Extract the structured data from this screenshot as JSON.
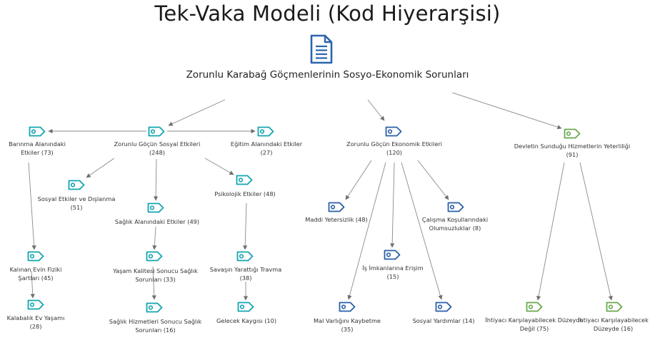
{
  "title": "Tek-Vaka Modeli (Kod Hiyerarşisi)",
  "root": {
    "label": "Zorunlu Karabağ Göçmenlerinin Sosyo-Ekonomik Sorunları",
    "icon": "document-icon"
  },
  "colors": {
    "teal": "#12a5b0",
    "blue": "#2a5fa8",
    "green": "#6aa84f",
    "edge": "#8a8a8a"
  },
  "nodes": [
    {
      "id": "sosyal",
      "label": "Zorunlu Göçün Sosyal Etkileri (248)",
      "color": "teal"
    },
    {
      "id": "barinma",
      "label": "Barınma Alanındaki Etkiler (73)",
      "color": "teal"
    },
    {
      "id": "egitim",
      "label": "Eğitim Alanındaki Etkiler (27)",
      "color": "teal"
    },
    {
      "id": "sosyal-dislanma",
      "label": "Sosyal Etkiler ve Dışlanma (51)",
      "color": "teal"
    },
    {
      "id": "saglik",
      "label": "Sağlık Alanındaki Etkiler (49)",
      "color": "teal"
    },
    {
      "id": "psikolojik",
      "label": "Psikolojik Etkiler (48)",
      "color": "teal"
    },
    {
      "id": "kalinan-ev",
      "label": "Kalınan Evin Fiziki Şartları (45)",
      "color": "teal"
    },
    {
      "id": "kalabalik",
      "label": "Kalabalık Ev Yaşamı (28)",
      "color": "teal"
    },
    {
      "id": "yasam-kalitesi",
      "label": "Yaşam Kalitesi Sonucu Sağlık Sorunları (33)",
      "color": "teal"
    },
    {
      "id": "saglik-hizmetleri",
      "label": "Sağlık Hizmetleri Sonucu Sağlık Sorunları (16)",
      "color": "teal"
    },
    {
      "id": "travma",
      "label": "Savaşın Yarattığı Travma (38)",
      "color": "teal"
    },
    {
      "id": "gelecek",
      "label": "Gelecek Kaygısı (10)",
      "color": "teal"
    },
    {
      "id": "ekonomik",
      "label": "Zorunlu Göçün Ekonomik Etkileri (120)",
      "color": "blue"
    },
    {
      "id": "maddi",
      "label": "Maddi Yetersizlik (48)",
      "color": "blue"
    },
    {
      "id": "calisma",
      "label": "Çalışma Koşullarındaki Olumsuzluklar (8)",
      "color": "blue"
    },
    {
      "id": "is-imkan",
      "label": "İş İmkanlarına Erişim (15)",
      "color": "blue"
    },
    {
      "id": "mal-varligi",
      "label": "Mal Varlığını Kaybetme (35)",
      "color": "blue"
    },
    {
      "id": "sosyal-yardim",
      "label": "Sosyal Yardımlar (14)",
      "color": "blue"
    },
    {
      "id": "devlet",
      "label": "Devletin Sunduğu Hizmetlerin Yeterliliği (91)",
      "color": "green"
    },
    {
      "id": "degil",
      "label": "İhtiyacı Karşılayabilecek Düzeyde Değil (75)",
      "color": "green"
    },
    {
      "id": "duzeyde",
      "label": "İhtiyacı Karşılayabilecek Düzeyde (16)",
      "color": "green"
    }
  ],
  "edges": [
    [
      "root",
      "sosyal"
    ],
    [
      "root",
      "ekonomik"
    ],
    [
      "root",
      "devlet"
    ],
    [
      "sosyal",
      "barinma"
    ],
    [
      "sosyal",
      "egitim"
    ],
    [
      "sosyal",
      "sosyal-dislanma"
    ],
    [
      "sosyal",
      "saglik"
    ],
    [
      "sosyal",
      "psikolojik"
    ],
    [
      "barinma",
      "kalinan-ev"
    ],
    [
      "kalinan-ev",
      "kalabalik"
    ],
    [
      "saglik",
      "yasam-kalitesi"
    ],
    [
      "yasam-kalitesi",
      "saglik-hizmetleri"
    ],
    [
      "psikolojik",
      "travma"
    ],
    [
      "travma",
      "gelecek"
    ],
    [
      "ekonomik",
      "maddi"
    ],
    [
      "ekonomik",
      "calisma"
    ],
    [
      "ekonomik",
      "is-imkan"
    ],
    [
      "ekonomik",
      "mal-varligi"
    ],
    [
      "ekonomik",
      "sosyal-yardim"
    ],
    [
      "devlet",
      "degil"
    ],
    [
      "devlet",
      "duzeyde"
    ]
  ]
}
